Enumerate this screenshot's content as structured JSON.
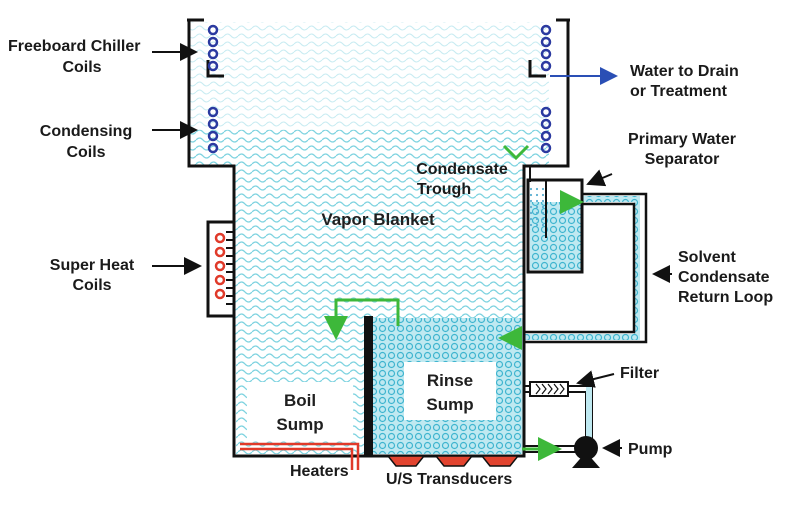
{
  "labels": {
    "freeboard_1": "Freeboard Chiller",
    "freeboard_2": "Coils",
    "condensing_1": "Condensing",
    "condensing_2": "Coils",
    "superheat_1": "Super Heat",
    "superheat_2": "Coils",
    "water_drain_1": "Water to Drain",
    "water_drain_2": "or Treatment",
    "primary_sep_1": "Primary Water",
    "primary_sep_2": "Separator",
    "trough_1": "Condensate",
    "trough_2": "Trough",
    "vapor_blanket": "Vapor Blanket",
    "solvent_loop_1": "Solvent",
    "solvent_loop_2": "Condensate",
    "solvent_loop_3": "Return Loop",
    "boil_1": "Boil",
    "boil_2": "Sump",
    "rinse_1": "Rinse",
    "rinse_2": "Sump",
    "filter": "Filter",
    "pump": "Pump",
    "heaters": "Heaters",
    "transducers": "U/S Transducers"
  },
  "colors": {
    "outline": "#111111",
    "water": "#4fc3d9",
    "vapor": "#7fd3e0",
    "heat": "#e03a2a",
    "coil": "#2b3aa0",
    "flow_arrow": "#3db83a",
    "drain_arrow": "#2a4fb5",
    "transducer": "#e2442f"
  }
}
